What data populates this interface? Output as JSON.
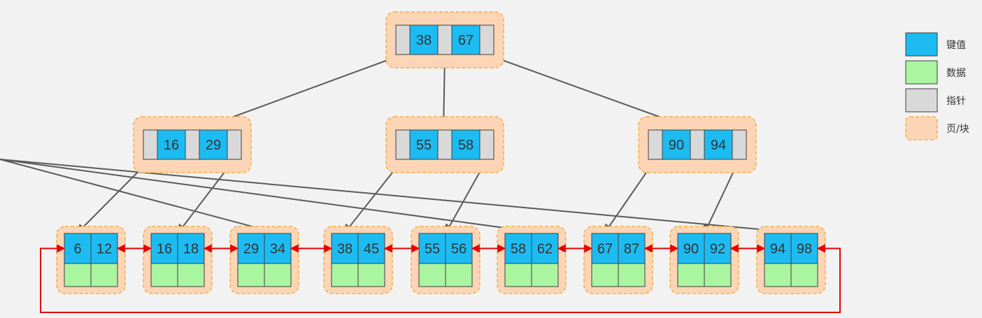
{
  "colors": {
    "key": "#1cbcf2",
    "data": "#a9f5a0",
    "pointer": "#d9d9d9",
    "page": "#fbd5b5",
    "page_border": "#f5b041",
    "edge": "#5a5a5a",
    "link": "#e60000"
  },
  "legend": [
    {
      "label": "键值",
      "kind": "key"
    },
    {
      "label": "数据",
      "kind": "data"
    },
    {
      "label": "指针",
      "kind": "pointer"
    },
    {
      "label": "页/块",
      "kind": "page"
    }
  ],
  "root": {
    "keys": [
      "38",
      "67"
    ]
  },
  "internal": [
    {
      "keys": [
        "16",
        "29"
      ]
    },
    {
      "keys": [
        "55",
        "58"
      ]
    },
    {
      "keys": [
        "90",
        "94"
      ]
    }
  ],
  "leaves": [
    {
      "keys": [
        "6",
        "12"
      ]
    },
    {
      "keys": [
        "16",
        "18"
      ]
    },
    {
      "keys": [
        "29",
        "34"
      ]
    },
    {
      "keys": [
        "38",
        "45"
      ]
    },
    {
      "keys": [
        "55",
        "56"
      ]
    },
    {
      "keys": [
        "58",
        "62"
      ]
    },
    {
      "keys": [
        "67",
        "87"
      ]
    },
    {
      "keys": [
        "90",
        "92"
      ]
    },
    {
      "keys": [
        "94",
        "98"
      ]
    }
  ]
}
